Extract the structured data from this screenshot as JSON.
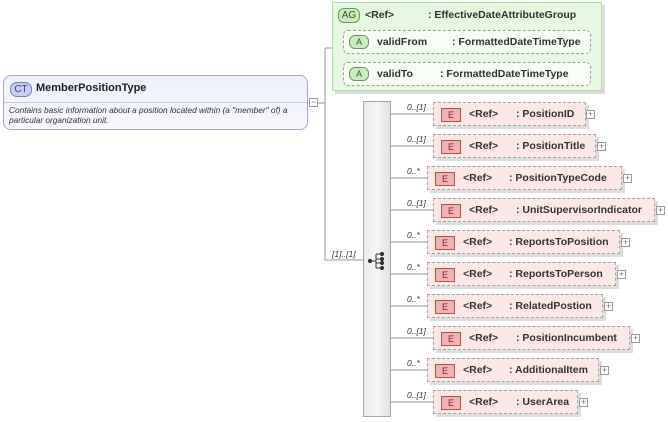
{
  "complex_type": {
    "badge": "CT",
    "name": "MemberPositionType",
    "documentation": "Contains basic information about a position located within (a \"member\" of) a particular organization unit."
  },
  "attribute_group": {
    "badge": "AG",
    "ref_label": "<Ref>",
    "name": ": EffectiveDateAttributeGroup",
    "attributes": [
      {
        "badge": "A",
        "name": "validFrom",
        "type": ": FormattedDateTimeType"
      },
      {
        "badge": "A",
        "name": "validTo",
        "type": ": FormattedDateTimeType"
      }
    ]
  },
  "sequence": {
    "cardinality": "[1]..[1]"
  },
  "elements": [
    {
      "badge": "E",
      "ref_label": "<Ref>",
      "cardinality": "0..[1]",
      "name": ": PositionID"
    },
    {
      "badge": "E",
      "ref_label": "<Ref>",
      "cardinality": "0..[1]",
      "name": ": PositionTitle"
    },
    {
      "badge": "E",
      "ref_label": "<Ref>",
      "cardinality": "0..*",
      "name": ": PositionTypeCode"
    },
    {
      "badge": "E",
      "ref_label": "<Ref>",
      "cardinality": "0..[1]",
      "name": ": UnitSupervisorIndicator"
    },
    {
      "badge": "E",
      "ref_label": "<Ref>",
      "cardinality": "0..*",
      "name": ": ReportsToPosition"
    },
    {
      "badge": "E",
      "ref_label": "<Ref>",
      "cardinality": "0..*",
      "name": ": ReportsToPerson"
    },
    {
      "badge": "E",
      "ref_label": "<Ref>",
      "cardinality": "0..*",
      "name": ": RelatedPostion"
    },
    {
      "badge": "E",
      "ref_label": "<Ref>",
      "cardinality": "0..[1]",
      "name": ": PositionIncumbent"
    },
    {
      "badge": "E",
      "ref_label": "<Ref>",
      "cardinality": "0..*",
      "name": ": AdditionalItem"
    },
    {
      "badge": "E",
      "ref_label": "<Ref>",
      "cardinality": "0..[1]",
      "name": ": UserArea"
    }
  ],
  "colors": {
    "complex_type_fill": "#eef0fb",
    "attribute_group_fill": "#e7f8e2",
    "element_fill": "#fde8e8",
    "connector": "#9a9a9a"
  }
}
